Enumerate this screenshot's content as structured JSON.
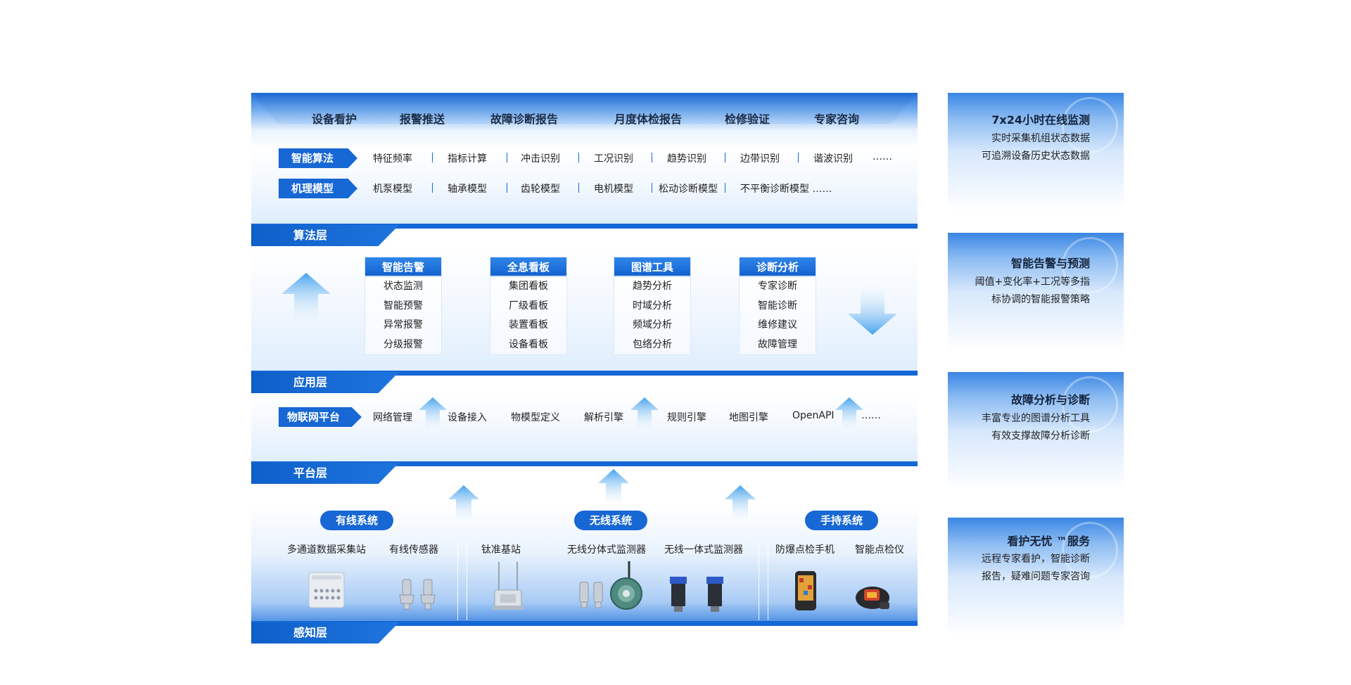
{
  "services": [
    "设备看护",
    "报警推送",
    "故障诊断报告",
    "月度体检报告",
    "检修验证",
    "专家咨询"
  ],
  "algo": {
    "label": "智能算法",
    "items": [
      "特征频率",
      "指标计算",
      "冲击识别",
      "工况识别",
      "趋势识别",
      "边带识别",
      "谐波识别",
      "……"
    ]
  },
  "mech": {
    "label": "机理模型",
    "items": [
      "机泵模型",
      "轴承模型",
      "齿轮模型",
      "电机模型",
      "松动诊断模型",
      "不平衡诊断模型 ……"
    ]
  },
  "layers": {
    "algo": "算法层",
    "app": "应用层",
    "platform": "平台层",
    "sense": "感知层"
  },
  "app_cards": [
    {
      "title": "智能告警",
      "items": [
        "状态监测",
        "智能预警",
        "异常报警",
        "分级报警"
      ]
    },
    {
      "title": "全息看板",
      "items": [
        "集团看板",
        "厂级看板",
        "装置看板",
        "设备看板"
      ]
    },
    {
      "title": "图谱工具",
      "items": [
        "趋势分析",
        "时域分析",
        "频域分析",
        "包络分析"
      ]
    },
    {
      "title": "诊断分析",
      "items": [
        "专家诊断",
        "智能诊断",
        "维修建议",
        "故障管理"
      ]
    }
  ],
  "platform": {
    "label": "物联网平台",
    "items": [
      "网络管理",
      "设备接入",
      "物模型定义",
      "解析引擎",
      "规则引擎",
      "地图引擎",
      "OpenAPI",
      "……"
    ]
  },
  "systems": [
    "有线系统",
    "无线系统",
    "手持系统"
  ],
  "devices": [
    "多通道数据采集站",
    "有线传感器",
    "钛准基站",
    "无线分体式监测器",
    "无线一体式监测器",
    "防爆点检手机",
    "智能点检仪"
  ],
  "side_cards": [
    {
      "title": "7x24小时在线监测",
      "lines": [
        "实时采集机组状态数据",
        "可追溯设备历史状态数据"
      ]
    },
    {
      "title": "智能告警与预测",
      "lines": [
        "阈值+变化率+工况等多指",
        "标协调的智能报警策略"
      ]
    },
    {
      "title": "故障分析与诊断",
      "lines": [
        "丰富专业的图谱分析工具",
        "有效支撑故障分析诊断"
      ]
    },
    {
      "title": "看护无忧 ™服务",
      "lines": [
        "远程专家看护，智能诊断",
        "报告，疑难问题专家咨询"
      ]
    }
  ],
  "colors": {
    "primary": "#1767d4",
    "dark": "#0f5fc9",
    "light": "#dcecfd"
  }
}
